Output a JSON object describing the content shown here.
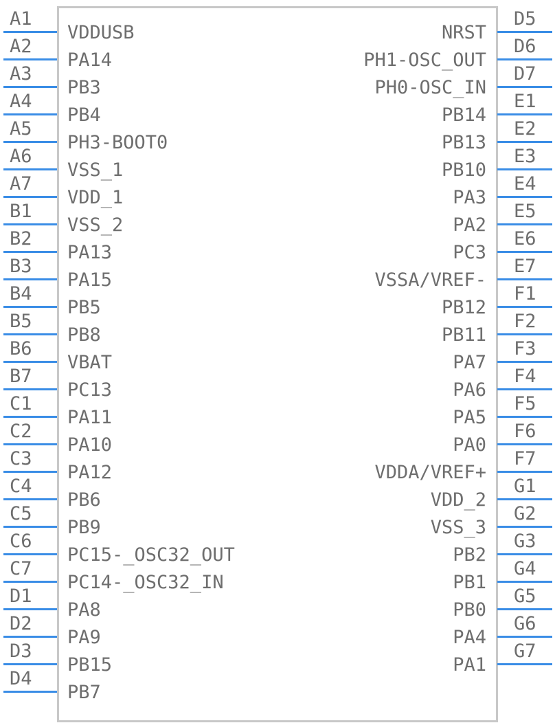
{
  "component": {
    "left_pins": [
      {
        "number": "A1",
        "name": "VDDUSB"
      },
      {
        "number": "A2",
        "name": "PA14"
      },
      {
        "number": "A3",
        "name": "PB3"
      },
      {
        "number": "A4",
        "name": "PB4"
      },
      {
        "number": "A5",
        "name": "PH3-BOOT0"
      },
      {
        "number": "A6",
        "name": "VSS_1"
      },
      {
        "number": "A7",
        "name": "VDD_1"
      },
      {
        "number": "B1",
        "name": "VSS_2"
      },
      {
        "number": "B2",
        "name": "PA13"
      },
      {
        "number": "B3",
        "name": "PA15"
      },
      {
        "number": "B4",
        "name": "PB5"
      },
      {
        "number": "B5",
        "name": "PB8"
      },
      {
        "number": "B6",
        "name": "VBAT"
      },
      {
        "number": "B7",
        "name": "PC13"
      },
      {
        "number": "C1",
        "name": "PA11"
      },
      {
        "number": "C2",
        "name": "PA10"
      },
      {
        "number": "C3",
        "name": "PA12"
      },
      {
        "number": "C4",
        "name": "PB6"
      },
      {
        "number": "C5",
        "name": "PB9"
      },
      {
        "number": "C6",
        "name": "PC15-_OSC32_OUT"
      },
      {
        "number": "C7",
        "name": "PC14-_OSC32_IN"
      },
      {
        "number": "D1",
        "name": "PA8"
      },
      {
        "number": "D2",
        "name": "PA9"
      },
      {
        "number": "D3",
        "name": "PB15"
      },
      {
        "number": "D4",
        "name": "PB7"
      }
    ],
    "right_pins": [
      {
        "number": "D5",
        "name": "NRST"
      },
      {
        "number": "D6",
        "name": "PH1-OSC_OUT"
      },
      {
        "number": "D7",
        "name": "PH0-OSC_IN"
      },
      {
        "number": "E1",
        "name": "PB14"
      },
      {
        "number": "E2",
        "name": "PB13"
      },
      {
        "number": "E3",
        "name": "PB10"
      },
      {
        "number": "E4",
        "name": "PA3"
      },
      {
        "number": "E5",
        "name": "PA2"
      },
      {
        "number": "E6",
        "name": "PC3"
      },
      {
        "number": "E7",
        "name": "VSSA/VREF-"
      },
      {
        "number": "F1",
        "name": "PB12"
      },
      {
        "number": "F2",
        "name": "PB11"
      },
      {
        "number": "F3",
        "name": "PA7"
      },
      {
        "number": "F4",
        "name": "PA6"
      },
      {
        "number": "F5",
        "name": "PA5"
      },
      {
        "number": "F6",
        "name": "PA0"
      },
      {
        "number": "F7",
        "name": "VDDA/VREF+"
      },
      {
        "number": "G1",
        "name": "VDD_2"
      },
      {
        "number": "G2",
        "name": "VSS_3"
      },
      {
        "number": "G3",
        "name": "PB2"
      },
      {
        "number": "G4",
        "name": "PB1"
      },
      {
        "number": "G5",
        "name": "PB0"
      },
      {
        "number": "G6",
        "name": "PA4"
      },
      {
        "number": "G7",
        "name": "PA1"
      }
    ]
  },
  "colors": {
    "pin_line": "#3a8de6",
    "body_border": "#c8c8c8",
    "text": "#6e6e6e"
  }
}
